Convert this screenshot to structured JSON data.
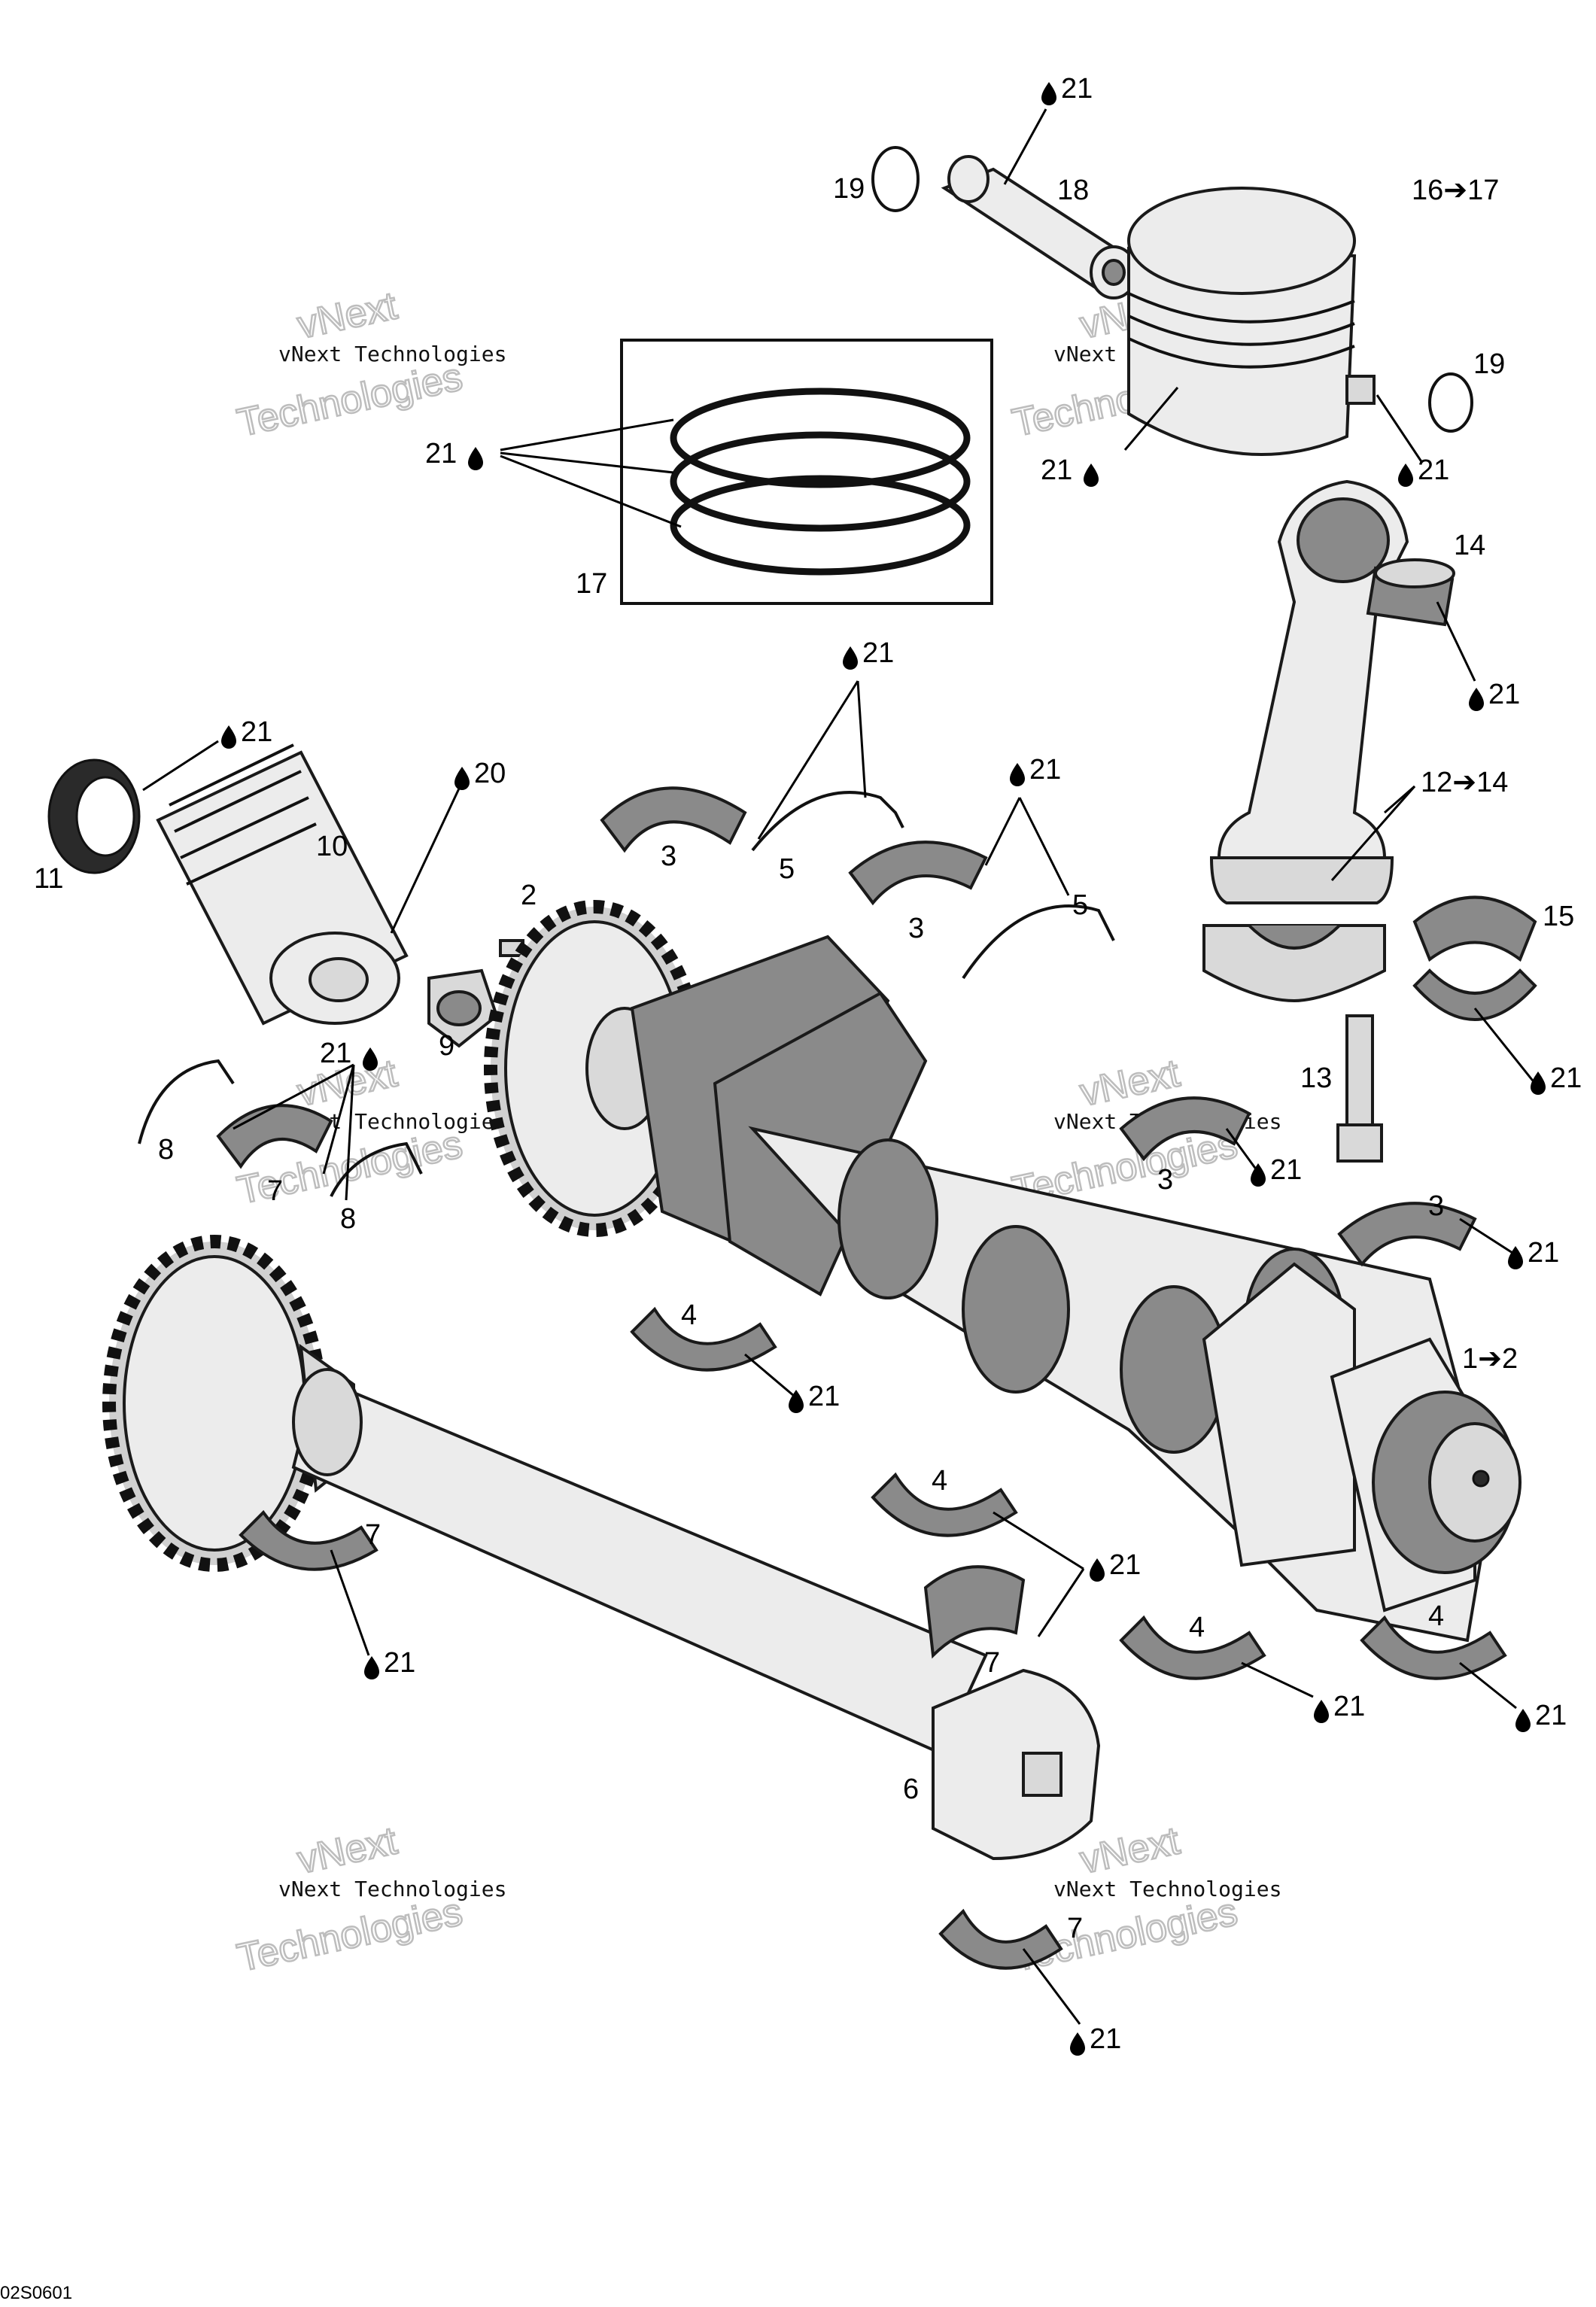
{
  "diagram": {
    "watermark_small": "vNext Technologies",
    "watermark_vnext": "vNext",
    "watermark_tech": "Technologies",
    "drawing_code": "02S0601",
    "callouts": {
      "c1": "1➔2",
      "c2": "2",
      "c3a": "3",
      "c3b": "3",
      "c3c": "3",
      "c3d": "3",
      "c4a": "4",
      "c4b": "4",
      "c4c": "4",
      "c4d": "4",
      "c5a": "5",
      "c5b": "5",
      "c6": "6",
      "c7a": "7",
      "c7b": "7",
      "c7c": "7",
      "c7d": "7",
      "c8a": "8",
      "c8b": "8",
      "c9": "9",
      "c10": "10",
      "c11": "11",
      "c12": "12➔14",
      "c13": "13",
      "c14": "14",
      "c15": "15",
      "c16": "16➔17",
      "c17": "17",
      "c18": "18",
      "c19a": "19",
      "c19b": "19",
      "c20": "20",
      "lube21": "21"
    }
  }
}
